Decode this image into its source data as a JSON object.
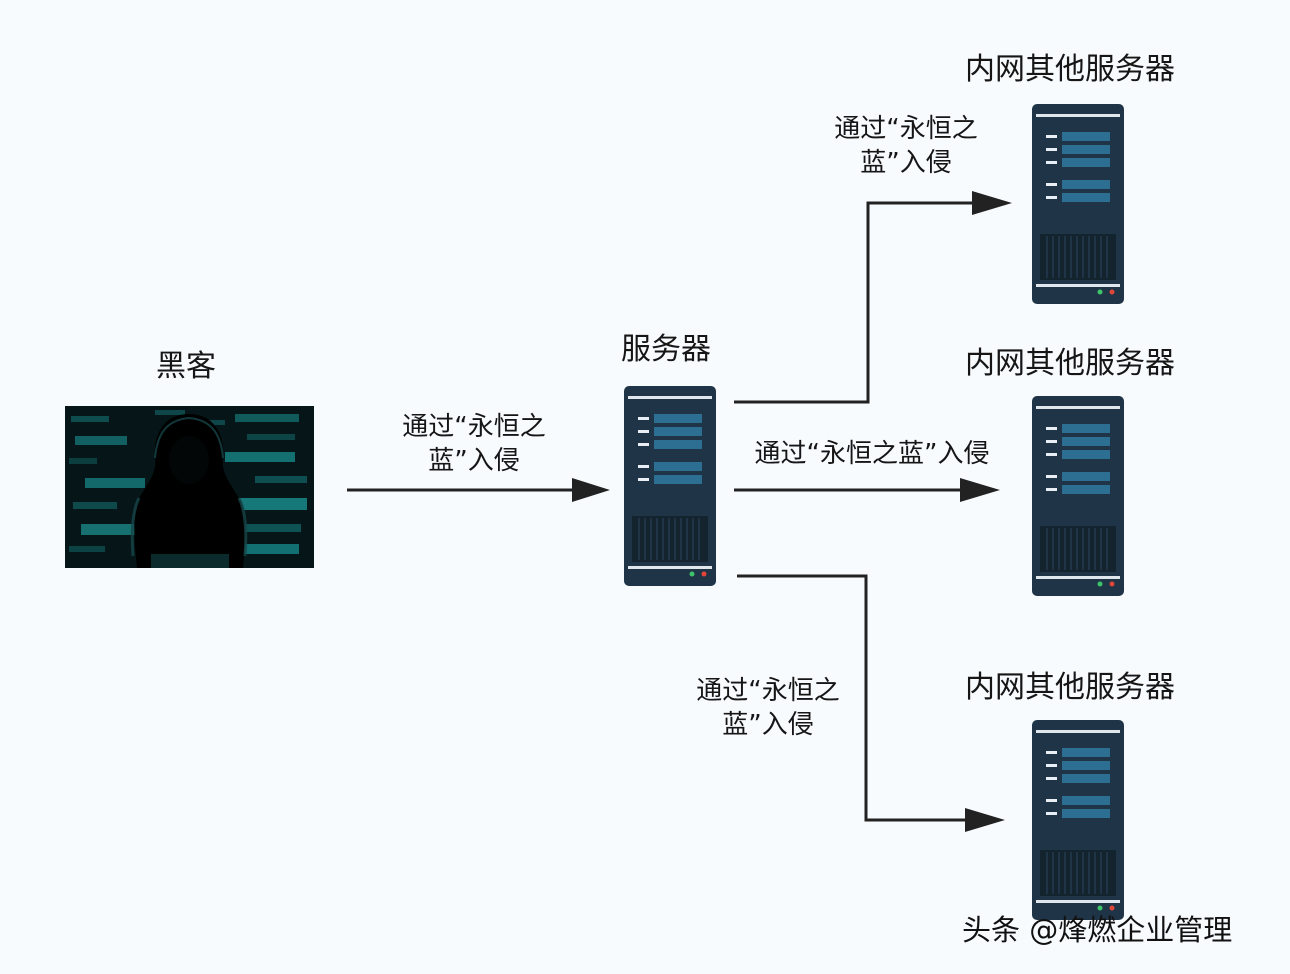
{
  "nodes": {
    "hacker": {
      "label": "黑客"
    },
    "server": {
      "label": "服务器"
    },
    "internal_top": {
      "label": "内网其他服务器"
    },
    "internal_mid": {
      "label": "内网其他服务器"
    },
    "internal_bottom": {
      "label": "内网其他服务器"
    }
  },
  "edges": {
    "hacker_to_server": {
      "line1": "通过“永恒之",
      "line2": "蓝”入侵"
    },
    "to_top": {
      "line1": "通过“永恒之",
      "line2": "蓝”入侵"
    },
    "to_mid": {
      "line1": "通过“永恒之蓝”入侵"
    },
    "to_bottom": {
      "line1": "通过“永恒之",
      "line2": "蓝”入侵"
    }
  },
  "watermark": {
    "text": "头条 @烽燃企业管理"
  },
  "colors": {
    "background": "#f8fbfe",
    "server_body": "#1f3447",
    "server_slot": "#2d6e93",
    "line": "#222222"
  },
  "icons": {
    "server": "server-rack-icon",
    "hacker": "hooded-hacker-photo"
  }
}
